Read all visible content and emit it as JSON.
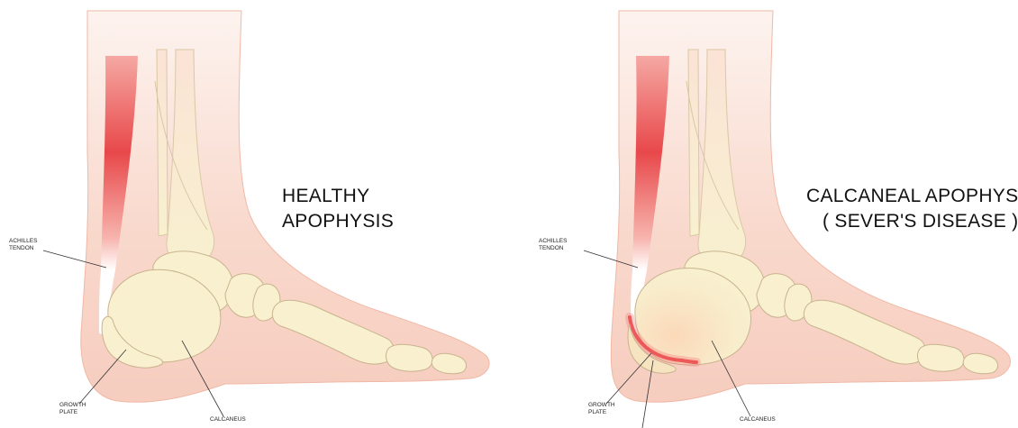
{
  "left_panel": {
    "title_line1": "HEALTHY",
    "title_line2": "APOPHYSIS",
    "labels": {
      "achilles_line1": "ACHILLES",
      "achilles_line2": "TENDON",
      "growth_line1": "GROWTH",
      "growth_line2": "PLATE",
      "calcaneus": "CALCANEUS"
    }
  },
  "right_panel": {
    "title_line1": "CALCANEAL APOPHYSITIS",
    "title_line2": "( SEVER'S DISEASE )",
    "labels": {
      "achilles_line1": "ACHILLES",
      "achilles_line2": "TENDON",
      "growth_line1": "GROWTH",
      "growth_line2": "PLATE",
      "calcaneus": "CALCANEUS"
    }
  },
  "colors": {
    "skin": "#f7d3c6",
    "bone": "#f8f0cf",
    "bone_outline": "#c9b48e",
    "tendon": "#e8484a",
    "inflammation": "#e8353a"
  }
}
